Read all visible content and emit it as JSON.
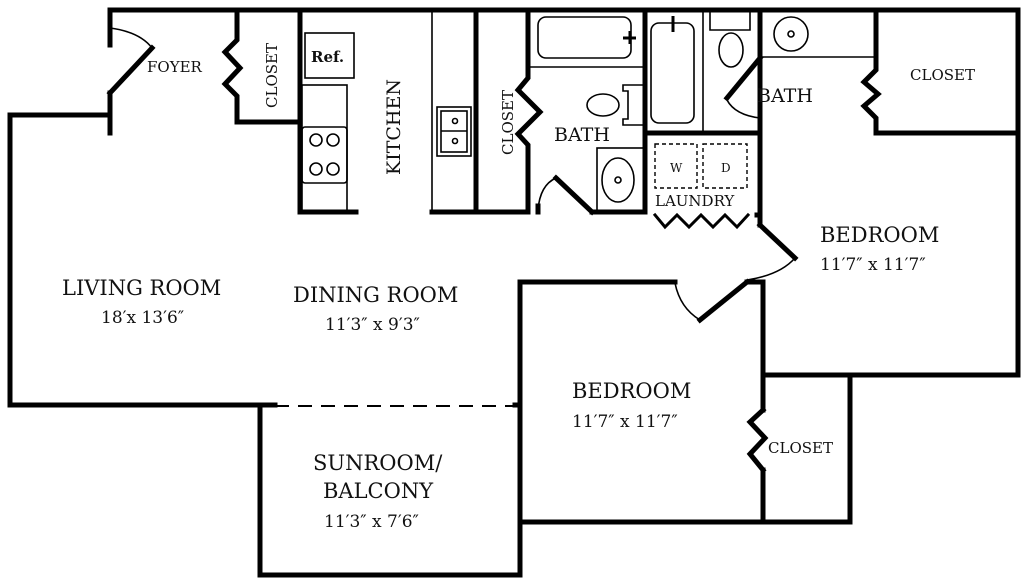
{
  "title": "Apartment floor plan",
  "rooms": {
    "foyer": {
      "label": "FOYER"
    },
    "foyer_closet": {
      "label": "CLOSET"
    },
    "refrigerator": {
      "label": "Ref."
    },
    "kitchen": {
      "label": "KITCHEN"
    },
    "hall_closet": {
      "label": "CLOSET"
    },
    "bath_1": {
      "label": "BATH"
    },
    "bath_2": {
      "label": "BATH"
    },
    "laundry": {
      "label": "LAUNDRY",
      "washer": "W",
      "dryer": "D"
    },
    "master_closet": {
      "label": "CLOSET"
    },
    "bedroom_1": {
      "label": "BEDROOM",
      "size": "11′7″ x 11′7″"
    },
    "living_room": {
      "label": "LIVING ROOM",
      "size": "18′x 13′6″"
    },
    "dining_room": {
      "label": "DINING ROOM",
      "size": "11′3″ x 9′3″"
    },
    "bedroom_2": {
      "label": "BEDROOM",
      "size": "11′7″ x 11′7″"
    },
    "bedroom_2_closet": {
      "label": "CLOSET"
    },
    "sunroom": {
      "label_line1": "SUNROOM/",
      "label_line2": "BALCONY",
      "size": "11′3″ x 7′6″"
    }
  }
}
